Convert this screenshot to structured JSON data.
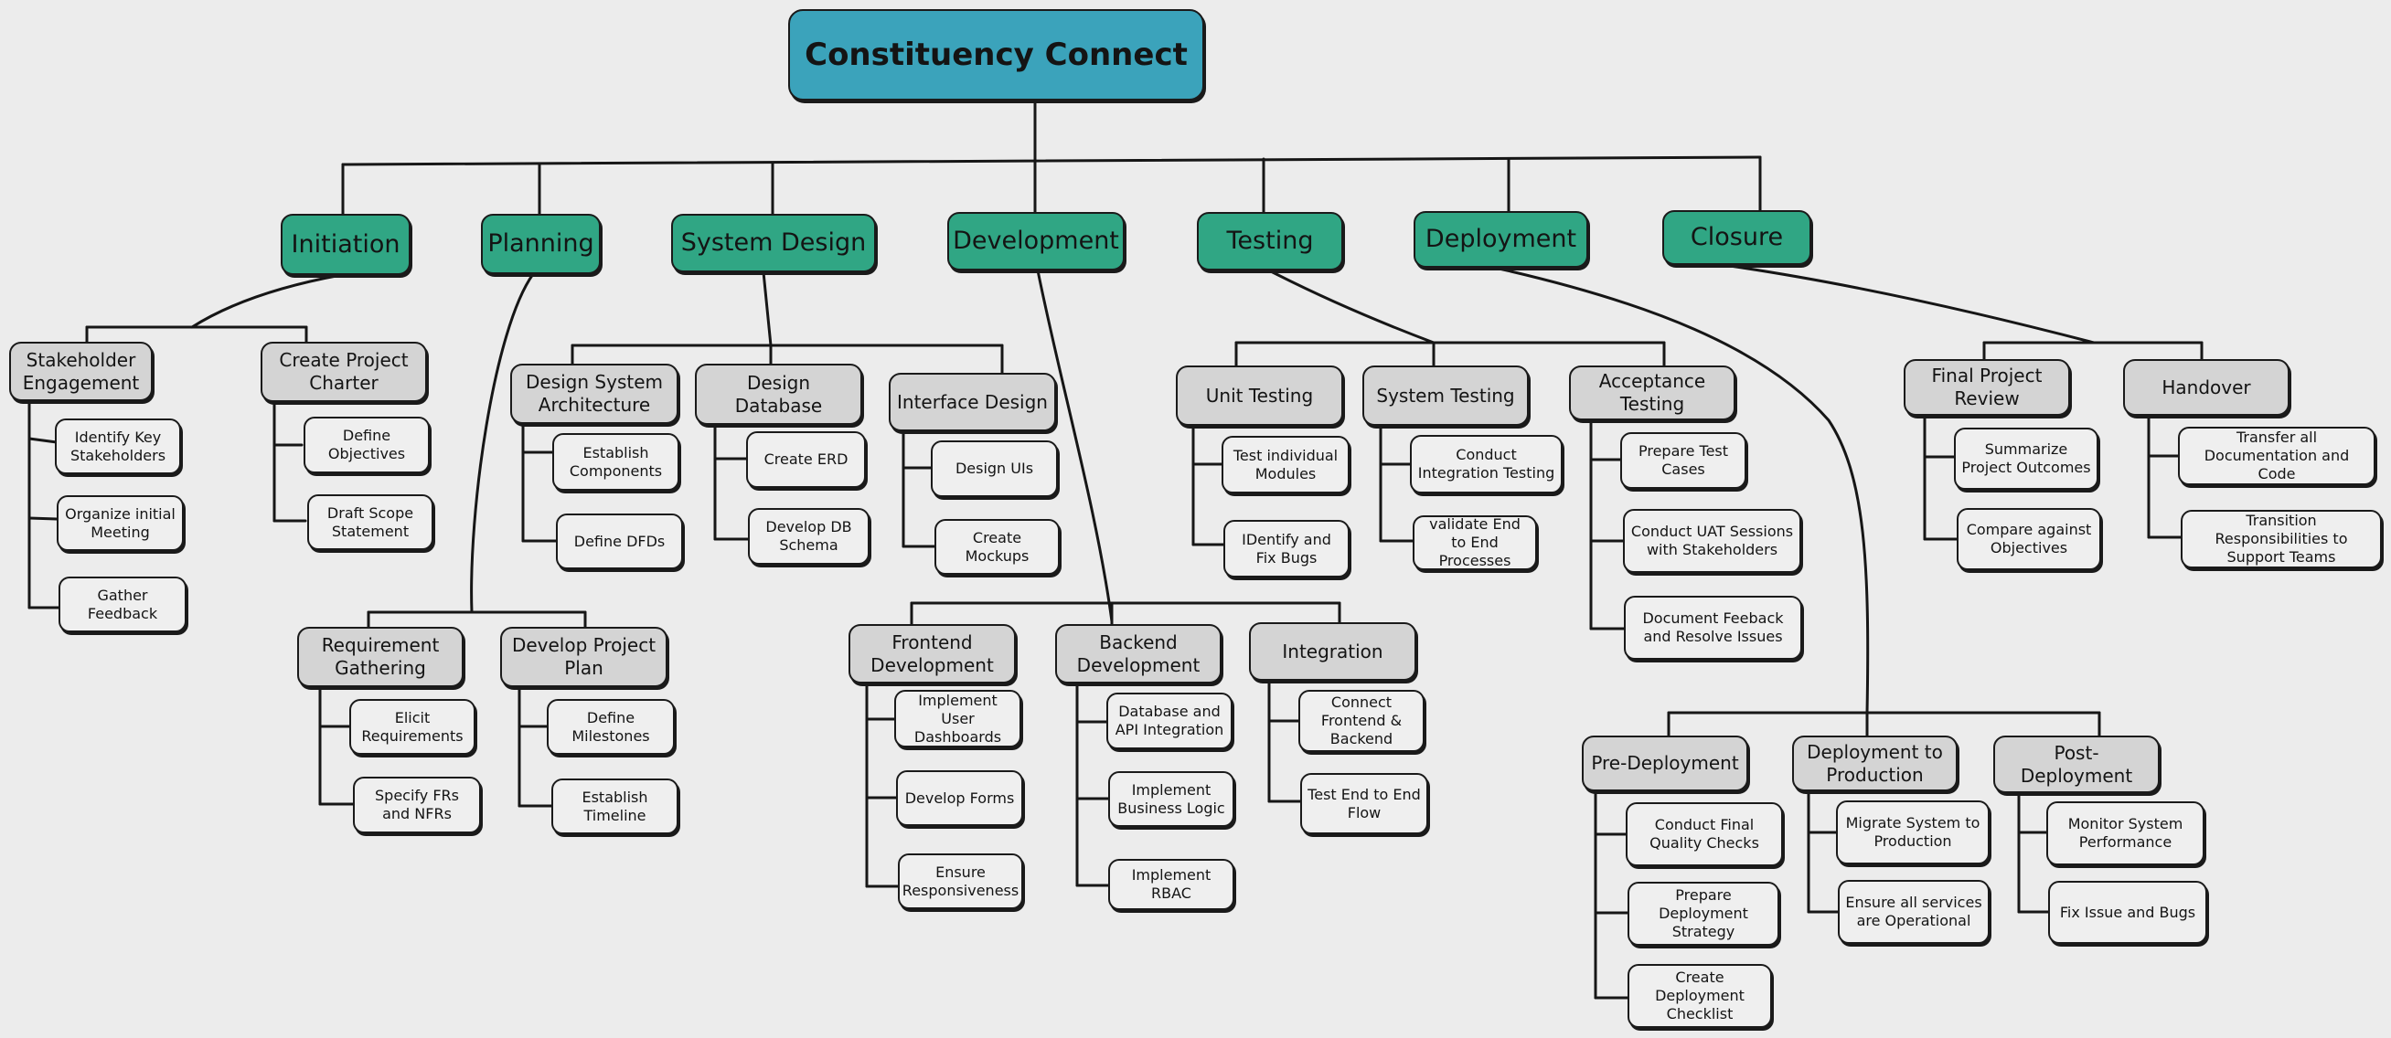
{
  "title": "Constituency Connect",
  "phases": {
    "initiation": "Initiation",
    "planning": "Planning",
    "system_design": "System Design",
    "development": "Development",
    "testing": "Testing",
    "deployment": "Deployment",
    "closure": "Closure"
  },
  "initiation": {
    "stakeholder_engagement": {
      "label": "Stakeholder Engagement",
      "items": [
        "Identify Key Stakeholders",
        "Organize initial Meeting",
        "Gather Feedback"
      ]
    },
    "create_project_charter": {
      "label": "Create Project Charter",
      "items": [
        "Define Objectives",
        "Draft Scope Statement"
      ]
    }
  },
  "planning": {
    "requirement_gathering": {
      "label": "Requirement Gathering",
      "items": [
        "Elicit Requirements",
        "Specify FRs and NFRs"
      ]
    },
    "develop_project_plan": {
      "label": "Develop Project Plan",
      "items": [
        "Define Milestones",
        "Establish Timeline"
      ]
    }
  },
  "system_design": {
    "design_system_architecture": {
      "label": "Design System Architecture",
      "items": [
        "Establish Components",
        "Define DFDs"
      ]
    },
    "design_database": {
      "label": "Design Database",
      "items": [
        "Create ERD",
        "Develop DB Schema"
      ]
    },
    "interface_design": {
      "label": "Interface Design",
      "items": [
        "Design UIs",
        "Create Mockups"
      ]
    }
  },
  "development": {
    "frontend_development": {
      "label": "Frontend Development",
      "items": [
        "Implement User Dashboards",
        "Develop Forms",
        "Ensure Responsiveness"
      ]
    },
    "backend_development": {
      "label": "Backend Development",
      "items": [
        "Database and API Integration",
        "Implement Business Logic",
        "Implement RBAC"
      ]
    },
    "integration": {
      "label": "Integration",
      "items": [
        "Connect Frontend & Backend",
        "Test End to End Flow"
      ]
    }
  },
  "testing": {
    "unit_testing": {
      "label": "Unit Testing",
      "items": [
        "Test individual Modules",
        "IDentify and Fix Bugs"
      ]
    },
    "system_testing": {
      "label": "System Testing",
      "items": [
        "Conduct Integration Testing",
        "validate End to End Processes"
      ]
    },
    "acceptance_testing": {
      "label": "Acceptance Testing",
      "items": [
        "Prepare Test Cases",
        "Conduct UAT Sessions with Stakeholders",
        "Document Feeback and Resolve Issues"
      ]
    }
  },
  "deployment": {
    "pre_deployment": {
      "label": "Pre-Deployment",
      "items": [
        "Conduct Final Quality Checks",
        "Prepare Deployment Strategy",
        "Create Deployment Checklist"
      ]
    },
    "deployment_to_production": {
      "label": "Deployment to Production",
      "items": [
        "Migrate System to Production",
        "Ensure all services are Operational"
      ]
    },
    "post_deployment": {
      "label": "Post-Deployment",
      "items": [
        "Monitor System Performance",
        "Fix Issue and Bugs"
      ]
    }
  },
  "closure": {
    "final_project_review": {
      "label": "Final Project Review",
      "items": [
        "Summarize Project Outcomes",
        "Compare against Objectives"
      ]
    },
    "handover": {
      "label": "Handover",
      "items": [
        "Transfer all Documentation and Code",
        "Transition Responsibilities to Support Teams"
      ]
    }
  },
  "colors": {
    "background": "#ececec",
    "root": "#3ba3bb",
    "phase": "#30a684",
    "task": "#d4d4d4",
    "leaf": "#efefef",
    "stroke": "#1a1a1a"
  }
}
